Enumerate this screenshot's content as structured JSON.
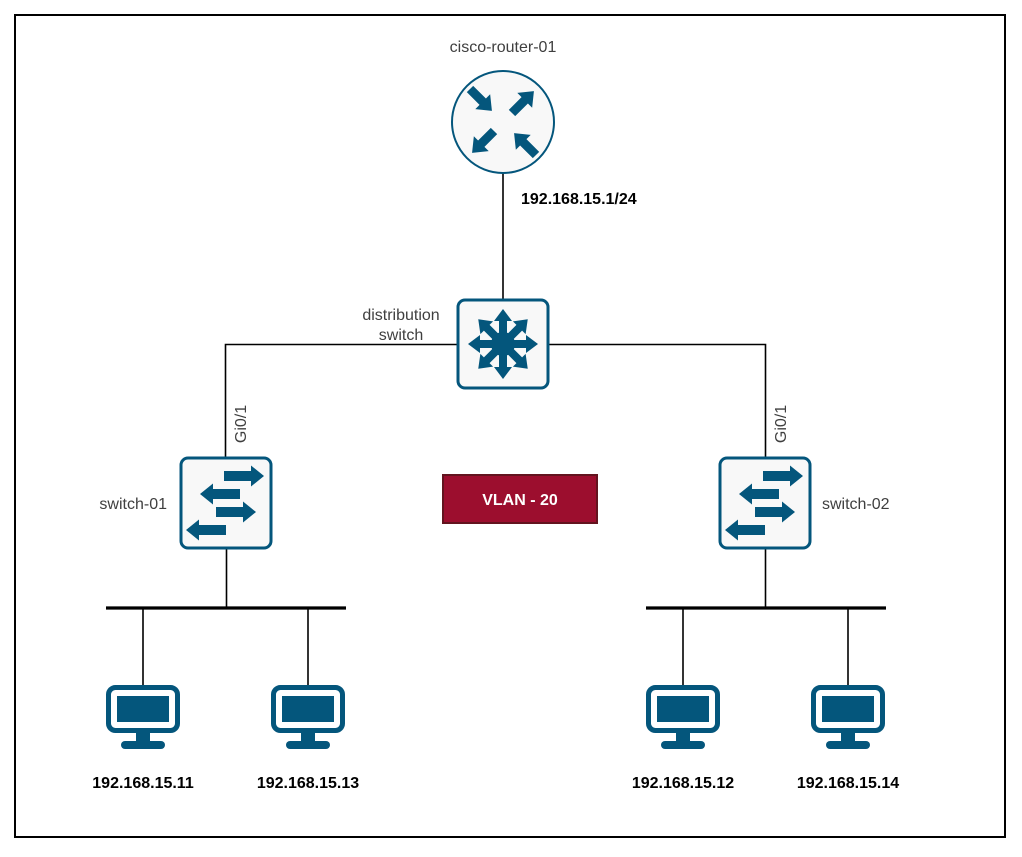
{
  "diagram": {
    "type": "network-topology",
    "router": {
      "name": "cisco-router-01",
      "interface_ip": "192.168.15.1/24"
    },
    "distribution_switch": {
      "name_line1": "distribution",
      "name_line2": "switch"
    },
    "access_switches": [
      {
        "name": "switch-01",
        "uplink_port": "Gi0/1"
      },
      {
        "name": "switch-02",
        "uplink_port": "Gi0/1"
      }
    ],
    "vlan_badge": {
      "label": "VLAN - 20",
      "fill": "#9c0e2e",
      "border_color": "#63141f",
      "text_color": "#ffffff"
    },
    "hosts": [
      {
        "ip": "192.168.15.11"
      },
      {
        "ip": "192.168.15.13"
      },
      {
        "ip": "192.168.15.12"
      },
      {
        "ip": "192.168.15.14"
      }
    ],
    "colors": {
      "device_accent": "#04567c",
      "node_fill": "#f8f8f8",
      "link": "#000000",
      "label_text": "#3f3f3f"
    }
  }
}
